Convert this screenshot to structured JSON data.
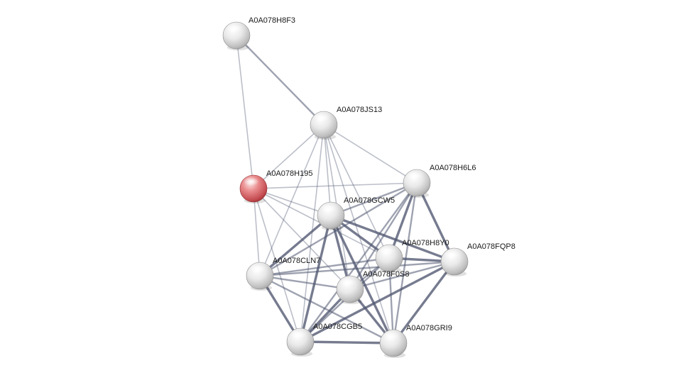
{
  "network": {
    "colors": {
      "background": "#ffffff",
      "node_default": "#e6e6e6",
      "node_query": "#e07b7e",
      "edge": "#4f5670",
      "label": "#1a1a1a"
    },
    "nodes": [
      {
        "id": "A0A078H8F3",
        "label": "A0A078H8F3",
        "query": false
      },
      {
        "id": "A0A078JS13",
        "label": "A0A078JS13",
        "query": false
      },
      {
        "id": "A0A078H195",
        "label": "A0A078H195",
        "query": true
      },
      {
        "id": "A0A078H6L6",
        "label": "A0A078H6L6",
        "query": false
      },
      {
        "id": "A0A078GCW5",
        "label": "A0A078GCW5",
        "query": false
      },
      {
        "id": "A0A078H8Y0",
        "label": "A0A078H8Y0",
        "query": false
      },
      {
        "id": "A0A078FQP8",
        "label": "A0A078FQP8",
        "query": false
      },
      {
        "id": "A0A078CLN7",
        "label": "A0A078CLN7",
        "query": false
      },
      {
        "id": "A0A078F0S8",
        "label": "A0A078F0S8",
        "query": false
      },
      {
        "id": "A0A078CGB5",
        "label": "A0A078CGB5",
        "query": false
      },
      {
        "id": "A0A078GRI9",
        "label": "A0A078GRI9",
        "query": false
      }
    ],
    "edges": [
      {
        "source": "A0A078H8F3",
        "target": "A0A078JS13",
        "strength": "medium"
      },
      {
        "source": "A0A078H8F3",
        "target": "A0A078H195",
        "strength": "weak"
      },
      {
        "source": "A0A078JS13",
        "target": "A0A078H195",
        "strength": "weak"
      },
      {
        "source": "A0A078JS13",
        "target": "A0A078H6L6",
        "strength": "weak"
      },
      {
        "source": "A0A078JS13",
        "target": "A0A078GCW5",
        "strength": "weak"
      },
      {
        "source": "A0A078JS13",
        "target": "A0A078H8Y0",
        "strength": "weak"
      },
      {
        "source": "A0A078JS13",
        "target": "A0A078CLN7",
        "strength": "weak"
      },
      {
        "source": "A0A078JS13",
        "target": "A0A078F0S8",
        "strength": "weak"
      },
      {
        "source": "A0A078JS13",
        "target": "A0A078CGB5",
        "strength": "weak"
      },
      {
        "source": "A0A078JS13",
        "target": "A0A078GRI9",
        "strength": "weak"
      },
      {
        "source": "A0A078H195",
        "target": "A0A078H6L6",
        "strength": "weak"
      },
      {
        "source": "A0A078H195",
        "target": "A0A078GCW5",
        "strength": "weak"
      },
      {
        "source": "A0A078H195",
        "target": "A0A078H8Y0",
        "strength": "weak"
      },
      {
        "source": "A0A078H195",
        "target": "A0A078CLN7",
        "strength": "weak"
      },
      {
        "source": "A0A078H195",
        "target": "A0A078F0S8",
        "strength": "weak"
      },
      {
        "source": "A0A078H195",
        "target": "A0A078CGB5",
        "strength": "weak"
      },
      {
        "source": "A0A078H6L6",
        "target": "A0A078GCW5",
        "strength": "medium"
      },
      {
        "source": "A0A078H6L6",
        "target": "A0A078H8Y0",
        "strength": "strong"
      },
      {
        "source": "A0A078H6L6",
        "target": "A0A078FQP8",
        "strength": "strong"
      },
      {
        "source": "A0A078H6L6",
        "target": "A0A078CLN7",
        "strength": "medium"
      },
      {
        "source": "A0A078H6L6",
        "target": "A0A078F0S8",
        "strength": "medium"
      },
      {
        "source": "A0A078H6L6",
        "target": "A0A078CGB5",
        "strength": "medium"
      },
      {
        "source": "A0A078H6L6",
        "target": "A0A078GRI9",
        "strength": "medium"
      },
      {
        "source": "A0A078GCW5",
        "target": "A0A078H8Y0",
        "strength": "strong"
      },
      {
        "source": "A0A078GCW5",
        "target": "A0A078FQP8",
        "strength": "strong"
      },
      {
        "source": "A0A078GCW5",
        "target": "A0A078CLN7",
        "strength": "strong"
      },
      {
        "source": "A0A078GCW5",
        "target": "A0A078F0S8",
        "strength": "strong"
      },
      {
        "source": "A0A078GCW5",
        "target": "A0A078CGB5",
        "strength": "strong"
      },
      {
        "source": "A0A078GCW5",
        "target": "A0A078GRI9",
        "strength": "strong"
      },
      {
        "source": "A0A078H8Y0",
        "target": "A0A078FQP8",
        "strength": "strong"
      },
      {
        "source": "A0A078H8Y0",
        "target": "A0A078CLN7",
        "strength": "medium"
      },
      {
        "source": "A0A078H8Y0",
        "target": "A0A078F0S8",
        "strength": "medium"
      },
      {
        "source": "A0A078H8Y0",
        "target": "A0A078CGB5",
        "strength": "medium"
      },
      {
        "source": "A0A078H8Y0",
        "target": "A0A078GRI9",
        "strength": "medium"
      },
      {
        "source": "A0A078FQP8",
        "target": "A0A078CLN7",
        "strength": "medium"
      },
      {
        "source": "A0A078FQP8",
        "target": "A0A078F0S8",
        "strength": "medium"
      },
      {
        "source": "A0A078FQP8",
        "target": "A0A078CGB5",
        "strength": "strong"
      },
      {
        "source": "A0A078FQP8",
        "target": "A0A078GRI9",
        "strength": "strong"
      },
      {
        "source": "A0A078CLN7",
        "target": "A0A078F0S8",
        "strength": "medium"
      },
      {
        "source": "A0A078CLN7",
        "target": "A0A078CGB5",
        "strength": "strong"
      },
      {
        "source": "A0A078CLN7",
        "target": "A0A078GRI9",
        "strength": "medium"
      },
      {
        "source": "A0A078F0S8",
        "target": "A0A078CGB5",
        "strength": "strong"
      },
      {
        "source": "A0A078F0S8",
        "target": "A0A078GRI9",
        "strength": "strong"
      },
      {
        "source": "A0A078CGB5",
        "target": "A0A078GRI9",
        "strength": "strong"
      }
    ]
  }
}
